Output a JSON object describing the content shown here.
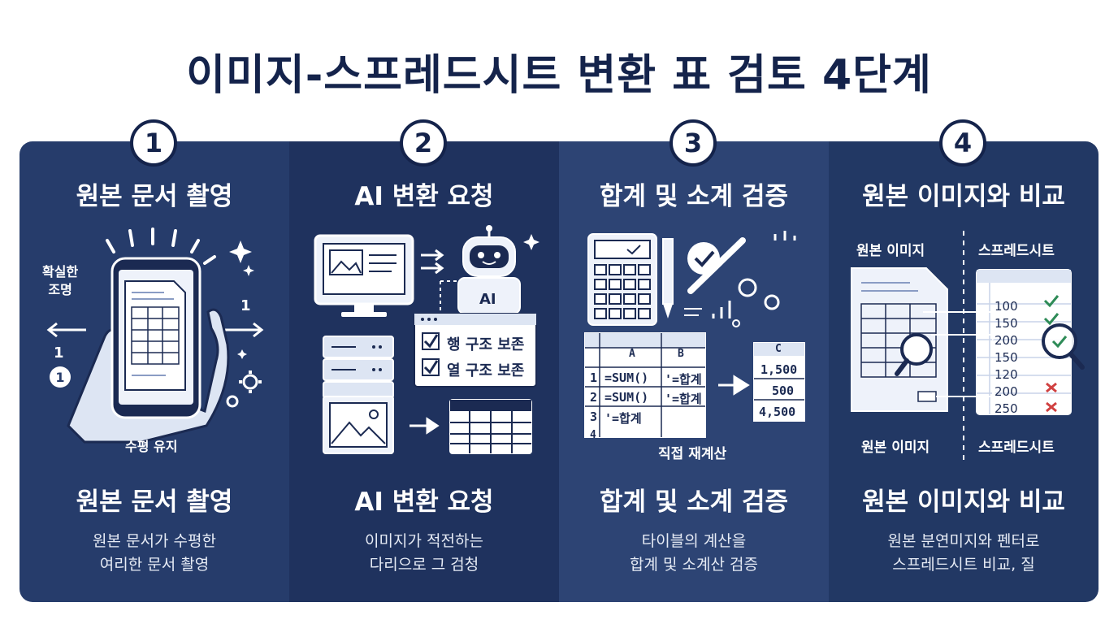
{
  "title": "이미지-스프레드시트 변환 표 검토 4단계",
  "steps": [
    {
      "number": "1",
      "heading": "원본 문서 촬영",
      "footer_title": "원본 문서 촬영",
      "desc_lines": [
        "원본 문서가 수평한",
        "여리한 문서 촬영"
      ],
      "labels": {
        "lighting": [
          "확실한",
          "조명"
        ],
        "level": "수평 유지",
        "one_a": "1",
        "one_b": "1",
        "one_c": "1"
      },
      "icons": [
        "phone-icon",
        "hand-icon",
        "spreadsheet-icon",
        "light-rays-icon",
        "gear-icon",
        "sparkle-icon"
      ]
    },
    {
      "number": "2",
      "heading": "AI 변환 요청",
      "footer_title": "AI 변환 요청",
      "desc_lines": [
        "이미지가 적전하는",
        "다리으로 그 검청"
      ],
      "labels": {
        "robot": "AI",
        "check_rows": "행 구조 보존",
        "check_cols": "열 구조 보존"
      },
      "icons": [
        "monitor-icon",
        "robot-icon",
        "server-icon",
        "image-icon",
        "table-icon",
        "arrow-right-icon"
      ]
    },
    {
      "number": "3",
      "heading": "합계 및 소계 검증",
      "footer_title": "합계 및 소계 검증",
      "desc_lines": [
        "타이블의 계산을",
        "합계 및 소계산 검증"
      ],
      "labels": {
        "col_a": "A",
        "col_b": "B",
        "col_c": "C",
        "rows": [
          {
            "n": "1",
            "a": "=SUM()",
            "b": "'=합계"
          },
          {
            "n": "2",
            "a": "=SUM()",
            "b": "'=합계"
          },
          {
            "n": "3",
            "a": "'=합계",
            "b": ""
          },
          {
            "n": "4",
            "a": "",
            "b": ""
          }
        ],
        "results": [
          "1,500",
          "500",
          "4,500"
        ],
        "recalc": "직접 재계산"
      },
      "icons": [
        "calculator-icon",
        "pencil-icon",
        "checkmark-icon",
        "gear-icon",
        "bar-chart-icon"
      ]
    },
    {
      "number": "4",
      "heading": "원본 이미지와 비교",
      "footer_title": "원본 이미지와 비교",
      "desc_lines": [
        "원본 분연미지와 펜터로",
        "스프레드시트 비교, 질"
      ],
      "labels": {
        "left_top": "원본 이미지",
        "right_top": "스프레드시트",
        "left_bottom": "원본 이미지",
        "right_bottom": "스프레드시트",
        "values": [
          "100",
          "150",
          "200",
          "150",
          "120",
          "200",
          "250"
        ]
      },
      "icons": [
        "document-icon",
        "magnifier-icon",
        "check-icon",
        "cross-icon"
      ]
    }
  ],
  "colors": {
    "title": "#14234b",
    "col1": "#263c6b",
    "col2": "#1f325e",
    "col3": "#2d4474",
    "col4": "#223864",
    "check": "#2e8b57",
    "cross": "#d04040"
  }
}
